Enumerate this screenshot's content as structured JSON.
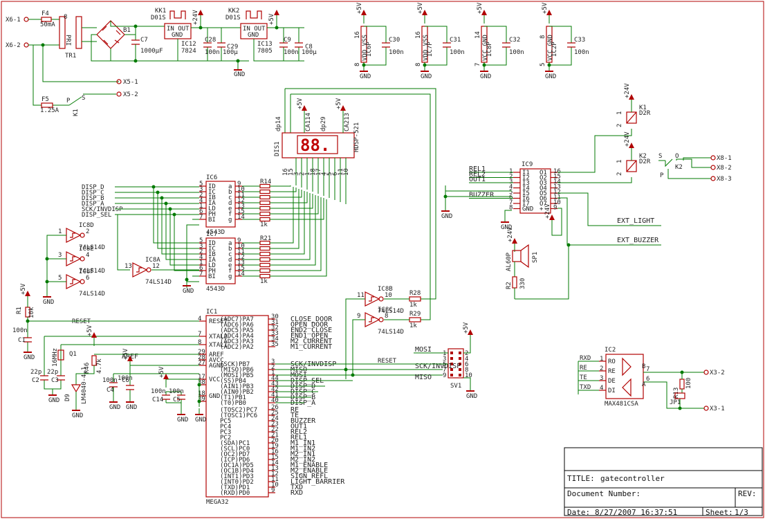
{
  "title_block": {
    "title_label": "TITLE:",
    "title": "gatecontroller",
    "docnum_label": "Document Number:",
    "rev_label": "REV:",
    "date_label": "Date:",
    "date": "8/27/2007 16:37:51",
    "sheet_label": "Sheet:",
    "sheet": "1/3"
  },
  "power": {
    "x61": "X6-1",
    "x62": "X6-2",
    "f4": "F4",
    "f4v": "50mA",
    "tr1": "TR1",
    "pri": "PRI",
    "b1": "B1",
    "kk1": "KK1",
    "kk1v": "D01S",
    "kk2": "KK2",
    "kk2v": "D01S",
    "ic12": "IC12",
    "ic12v": "7824",
    "ic13": "IC13",
    "ic13v": "7805",
    "inoutgnd": "IN OUT",
    "gnd_pin": "GND",
    "c7": "C7",
    "c7v": "1000µF",
    "c28": "C28",
    "c28v": "100n",
    "c29": "C29",
    "c29v": "100µ",
    "c9": "C9",
    "c9v": "100n",
    "c8": "C8",
    "c8v": "100µ",
    "p24": "+24V",
    "p5": "+5V",
    "gnd": "GND",
    "x51": "X5-1",
    "x52": "X5-2",
    "f5": "F5",
    "f5v": "1.25A",
    "k1": "K1",
    "p": "P",
    "s": "S"
  },
  "decoupling": {
    "c30": "C30",
    "c31": "C31",
    "c32": "C32",
    "c33": "C33",
    "v100n": "100n",
    "ic6p": "IC6P",
    "ic7p": "IC7P",
    "ic8p": "IC8P",
    "ic2p": "IC2P",
    "vdd": "VDD",
    "vss": "VSS",
    "vcc": "VCC",
    "gnd": "GND",
    "n16": "16",
    "n8": "8",
    "n14": "14",
    "n7": "7",
    "n5": "5"
  },
  "display": {
    "name": "DIS1",
    "type": "HDSP-521",
    "digits": "88.",
    "ca114": "CA114",
    "ca213": "CA213",
    "dp14": "dp14",
    "dp29": "dp29"
  },
  "ic6": {
    "name": "IC6",
    "type": "4543D",
    "rnet": "R14",
    "rv": "1k"
  },
  "ic7": {
    "name": "IC7",
    "type": "4543D",
    "rnet": "R21",
    "rv": "1k"
  },
  "dec_pins": [
    "ID",
    "IC",
    "IB",
    "IA",
    "LD",
    "PH",
    "BI"
  ],
  "dec_outs": [
    "a",
    "b",
    "c",
    "d",
    "e",
    "f",
    "g"
  ],
  "disp_nets": [
    "DISP_D",
    "DISP_C",
    "DISP_B",
    "DISP_A",
    "SCK/INVDISP",
    "DISP_SEL"
  ],
  "inverters": {
    "ic8d": "IC8D",
    "ic8e": "IC8E",
    "ic8f": "IC8F",
    "ic8a": "IC8A",
    "ic8b": "IC8B",
    "ic8c": "IC8C",
    "type": "74LS14D",
    "n1": "1",
    "n2": "2",
    "n3": "3",
    "n4": "4",
    "n5": "5",
    "n6": "6",
    "n13": "13",
    "n12": "12",
    "n11": "11",
    "n10": "10",
    "n9": "9",
    "n8": "8",
    "r28": "R28",
    "r29": "R29",
    "r1k": "1k"
  },
  "mcu": {
    "name": "IC1",
    "type": "MEGA32",
    "left_pins": [
      {
        "num": "4",
        "name": "RESET"
      },
      {
        "num": "7",
        "name": "XTAL2"
      },
      {
        "num": "8",
        "name": "XTAL1"
      },
      {
        "num": "29",
        "name": "AREF"
      },
      {
        "num": "28",
        "name": "AVCC"
      },
      {
        "num": "27",
        "name": "AGND"
      },
      {
        "num": "17",
        "name": "VCC"
      },
      {
        "num": "38",
        "name": ""
      },
      {
        "num": "18",
        "name": "GND"
      },
      {
        "num": "39",
        "name": ""
      }
    ],
    "right_pins": [
      {
        "num": "30",
        "name": "(ADC7)PA7",
        "net": "CLOSE_DOOR"
      },
      {
        "num": "31",
        "name": "(ADC6)PA6",
        "net": "OPEN_DOOR"
      },
      {
        "num": "32",
        "name": "(ADC5)PA5",
        "net": "END2_CLOSE"
      },
      {
        "num": "33",
        "name": "(ADC4)PA4",
        "net": "END1_OPEN"
      },
      {
        "num": "34",
        "name": "(ADC3)PA3",
        "net": "M2_CURRENT"
      },
      {
        "num": "35",
        "name": "(ADC2)PA2",
        "net": "M1_CURRENT"
      },
      {
        "num": "3",
        "name": "(SCK)PB7",
        "net": "SCK/INVDISP"
      },
      {
        "num": "2",
        "name": "(MISO)PB6",
        "net": "MISO"
      },
      {
        "num": "1",
        "name": "(MOSI)PB5",
        "net": "MOSI"
      },
      {
        "num": "44",
        "name": "(SS)PB4",
        "net": "DISP_SEL"
      },
      {
        "num": "43",
        "name": "(AIN1)PB3",
        "net": "DISP_D"
      },
      {
        "num": "42",
        "name": "(AIN0)PB2",
        "net": "DISP_C"
      },
      {
        "num": "41",
        "name": "(T1)PB1",
        "net": "DISP_B"
      },
      {
        "num": "40",
        "name": "(T0)PB0",
        "net": "DISP_A"
      },
      {
        "num": "26",
        "name": "(TOSC2)PC7",
        "net": "RE"
      },
      {
        "num": "25",
        "name": "(TOSC1)PC6",
        "net": "TE"
      },
      {
        "num": "24",
        "name": "PC5",
        "net": "BUZZER"
      },
      {
        "num": "23",
        "name": "PC4",
        "net": "OUT1"
      },
      {
        "num": "22",
        "name": "PC3",
        "net": "REL2"
      },
      {
        "num": "21",
        "name": "PC2",
        "net": "REL1"
      },
      {
        "num": "20",
        "name": "(SDA)PC1",
        "net": "M1_IN1"
      },
      {
        "num": "19",
        "name": "(SCL)PC0",
        "net": "M1_IN2"
      },
      {
        "num": "16",
        "name": "(OC2)PD7",
        "net": "M2_IN1"
      },
      {
        "num": "15",
        "name": "(ICP)PD6",
        "net": "M2_IN2"
      },
      {
        "num": "14",
        "name": "(OC1A)PD5",
        "net": "M1_ENABLE"
      },
      {
        "num": "13",
        "name": "(OC1B)PD4",
        "net": "M2_ENABLE"
      },
      {
        "num": "12",
        "name": "(INT1)PD3",
        "net": "SIGN_REFL"
      },
      {
        "num": "11",
        "name": "(INT0)PD2",
        "net": "LIGHT_BARRIER"
      },
      {
        "num": "10",
        "name": "(TXD)PD1",
        "net": "TXD"
      },
      {
        "num": "9",
        "name": "(RXD)PD0",
        "net": "RXD"
      }
    ]
  },
  "mcu_aux": {
    "r1": "R1",
    "r1v": "10k",
    "c1": "C1",
    "c1v": "100n",
    "reset": "RESET",
    "q1": "Q1",
    "q1v": "16MHz",
    "c2": "C2",
    "c3": "C3",
    "c22p": "22p",
    "r46": "R46",
    "r46v": "4.7k",
    "d9": "D9",
    "d9v": "LM4040-4.1",
    "c4": "C4",
    "c6": "C6",
    "c14": "C14",
    "c5": "C5",
    "v100n": "100n",
    "aref": "AREF"
  },
  "isp": {
    "name": "SV1",
    "mosi": "MOSI",
    "reset": "RESET",
    "sck": "SCK/INVDISP",
    "miso": "MISO",
    "p1": "1",
    "p2": "2",
    "p3": "3",
    "p4": "4",
    "p5": "5",
    "p6": "6",
    "p7": "7",
    "p8": "8",
    "p9": "9",
    "p10": "10"
  },
  "driver": {
    "name": "IC9",
    "left_nets": [
      "REL1",
      "REL2",
      "OUT1",
      "",
      "",
      "BUZZER"
    ],
    "left_pins": [
      "1",
      "2",
      "3",
      "4",
      "5",
      "6",
      "7",
      "8"
    ],
    "right_pins": [
      "16",
      "15",
      "14",
      "13",
      "12",
      "11",
      "10",
      "9"
    ],
    "in_names": [
      "I1",
      "I2",
      "I3",
      "I4",
      "I5",
      "I6",
      "I7",
      "GND"
    ],
    "out_names": [
      "O1",
      "O2",
      "O3",
      "O4",
      "O5",
      "O6",
      "O7",
      "+"
    ],
    "ext_light": "EXT_LIGHT",
    "ext_buzzer": "EXT_BUZZER",
    "k1": "K1",
    "k1v": "D2R",
    "k2": "K2",
    "k2v": "D2R",
    "n1": "1",
    "n2": "2",
    "x81": "X8-1",
    "x82": "X8-2",
    "x83": "X8-3",
    "o": "O",
    "s": "S",
    "p": "P",
    "sp1": "SP1",
    "sp1v": "AL60P",
    "r2": "R2",
    "r2v": "330"
  },
  "rs485": {
    "name": "IC2",
    "type": "MAX481CSA",
    "rxd": "RXD",
    "re": "RE",
    "te": "TE",
    "txd": "TXD",
    "pins": [
      "RO",
      "RE",
      "DE",
      "DI"
    ],
    "nums": [
      "1",
      "2",
      "3",
      "4",
      "7",
      "6"
    ],
    "r13": "R13",
    "r13v": "100",
    "jp1": "JP1",
    "x32": "X3-2",
    "x31": "X3-1",
    "b": "B",
    "a": "A"
  }
}
